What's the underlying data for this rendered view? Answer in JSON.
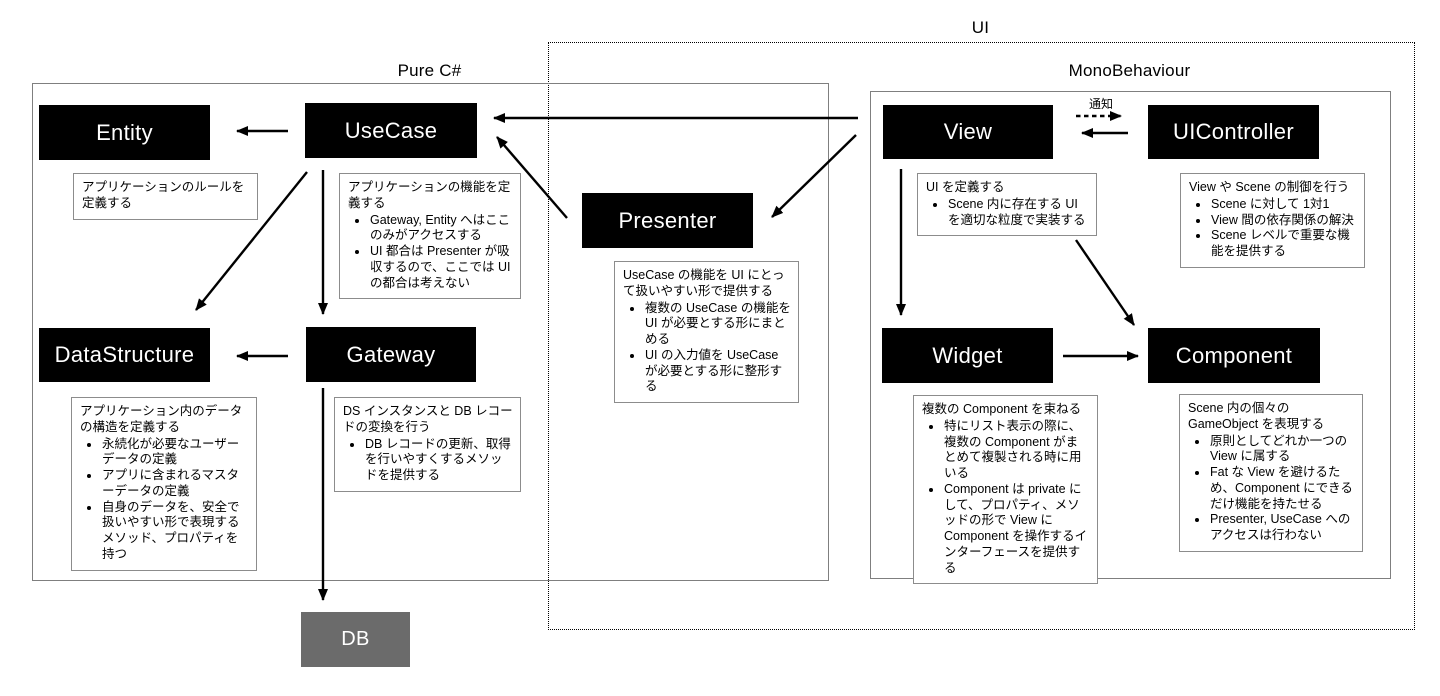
{
  "labels": {
    "ui_zone": "UI",
    "pure_zone": "Pure C#",
    "mono_zone": "MonoBehaviour",
    "notify": "通知"
  },
  "nodes": {
    "entity": "Entity",
    "usecase": "UseCase",
    "presenter": "Presenter",
    "view": "View",
    "uicontroller": "UIController",
    "datastructure": "DataStructure",
    "gateway": "Gateway",
    "widget": "Widget",
    "component": "Component",
    "db": "DB"
  },
  "notes": {
    "entity": {
      "lead": "アプリケーションのルールを定義する",
      "bullets": []
    },
    "usecase": {
      "lead": "アプリケーションの機能を定義する",
      "bullets": [
        "Gateway, Entity へはここのみがアクセスする",
        "UI 都合は Presenter が吸収するので、ここでは UI の都合は考えない"
      ]
    },
    "presenter": {
      "lead": "UseCase の機能を UI にとって扱いやすい形で提供する",
      "bullets": [
        "複数の UseCase の機能を UI が必要とする形にまとめる",
        "UI の入力値を UseCase が必要とする形に整形する"
      ]
    },
    "view": {
      "lead": "UI を定義する",
      "bullets": [
        "Scene 内に存在する UI を適切な粒度で実装する"
      ]
    },
    "uicontroller": {
      "lead": "View や Scene の制御を行う",
      "bullets": [
        "Scene に対して 1対1",
        "View 間の依存関係の解決",
        "Scene レベルで重要な機能を提供する"
      ]
    },
    "datastructure": {
      "lead": "アプリケーション内のデータの構造を定義する",
      "bullets": [
        "永続化が必要なユーザーデータの定義",
        "アプリに含まれるマスターデータの定義",
        "自身のデータを、安全で扱いやすい形で表現するメソッド、プロパティを持つ"
      ]
    },
    "gateway": {
      "lead": "DS インスタンスと DB レコードの変換を行う",
      "bullets": [
        "DB レコードの更新、取得を行いやすくするメソッドを提供する"
      ]
    },
    "widget": {
      "lead": "複数の Component を束ねる",
      "bullets": [
        "特にリスト表示の際に、複数の Component がまとめて複製される時に用いる",
        "Component は private にして、プロパティ、メソッドの形で View に Component を操作するインターフェースを提供する"
      ]
    },
    "component": {
      "lead": "Scene 内の個々の GameObject を表現する",
      "bullets": [
        "原則としてどれか一つの View に属する",
        "Fat な View を避けるため、Component にできるだけ機能を持たせる",
        "Presenter, UseCase へのアクセスは行わない"
      ]
    }
  },
  "colors": {
    "node_bg": "#000000",
    "node_text": "#ffffff",
    "db_bg": "#6b6b6b",
    "note_border": "#8c8c8c",
    "zone_border": "#7f7f7f"
  }
}
